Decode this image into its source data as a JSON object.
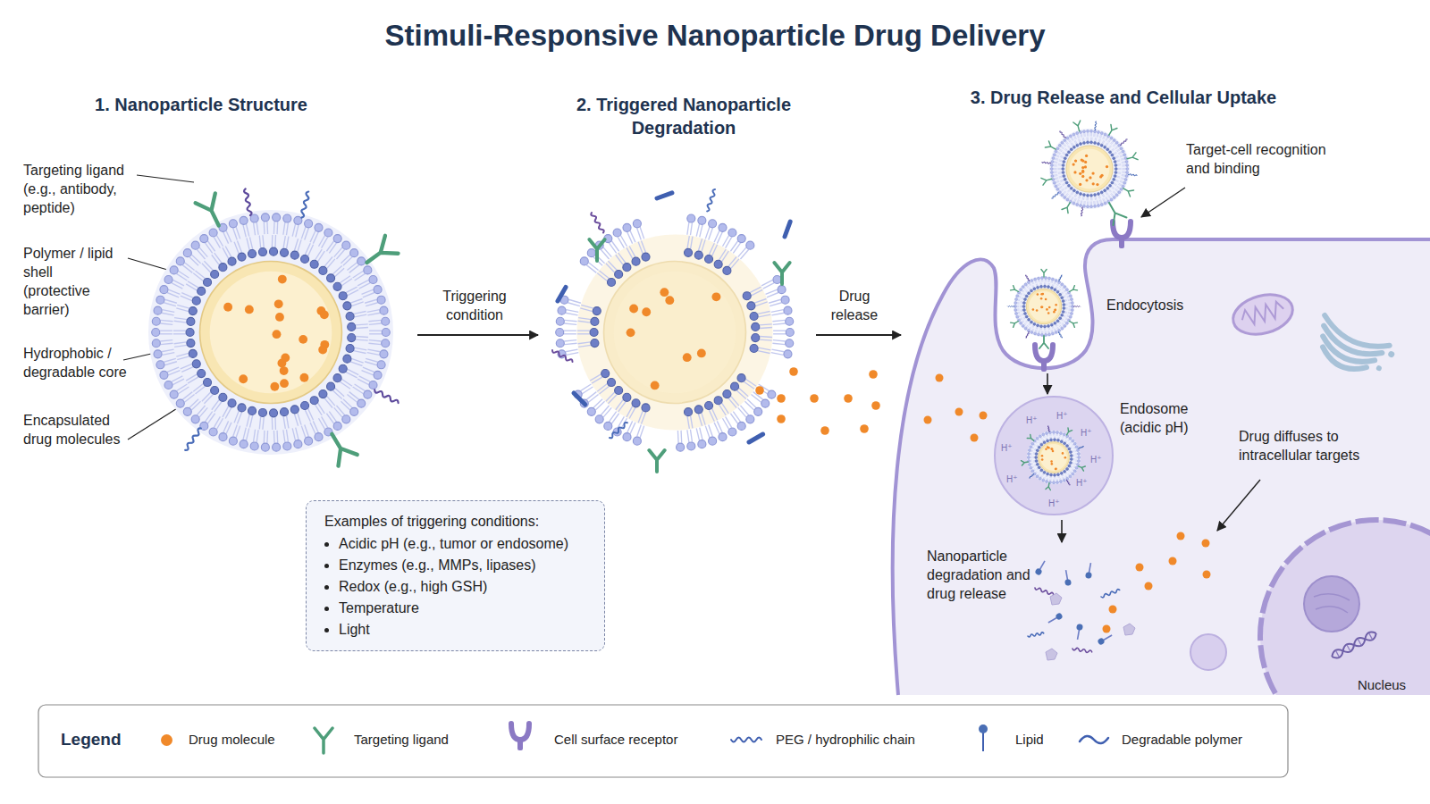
{
  "diagram": {
    "title": "Stimuli-Responsive Nanoparticle Drug Delivery",
    "nodes": [
      {
        "text": [
          "Examples of triggering conditions:",
          "Acidic pH (e.g., tumor or endosome)",
          "Enzymes (e.g., MMPs, lipases)",
          "Redox (e.g., high GSH)",
          "Temperature",
          "Light"
        ]
      }
    ],
    "labels": [
      "1. Nanoparticle Structure",
      "2. Triggered Nanoparticle Degradation",
      "3. Drug Release and Cellular Uptake",
      "Targeting ligand (e.g., antibody, peptide)",
      "Polymer / lipid shell (protective barrier)",
      "Hydrophobic / degradable core",
      "Encapsulated drug molecules",
      "Triggering condition",
      "Drug release",
      "Target-cell recognition and binding",
      "Endocytosis",
      "Endosome (acidic pH)",
      "Drug diffuses to intracellular targets",
      "Nanoparticle degradation and drug release",
      "Nucleus",
      "H⁺",
      "H⁺",
      "H⁺",
      "H⁺",
      "H⁺",
      "H⁺",
      "H⁺",
      "H⁺",
      "Legend"
    ],
    "legend": [
      {
        "text": "Drug molecule",
        "color": "#f0892a"
      },
      {
        "text": "Targeting ligand"
      },
      {
        "text": "Cell surface receptor"
      },
      {
        "text": "PEG / hydrophilic chain"
      },
      {
        "text": "Lipid"
      },
      {
        "text": "Degradable polymer"
      }
    ]
  }
}
